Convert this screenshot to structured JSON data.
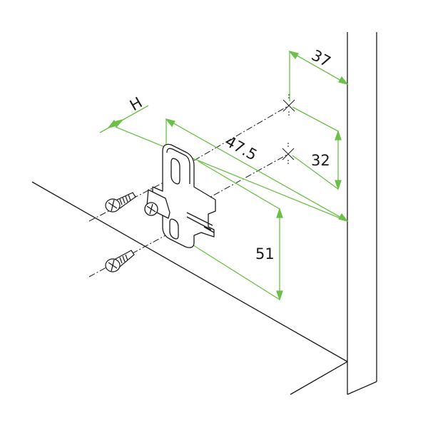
{
  "colors": {
    "line": "#1a1a1a",
    "dimension": "#6cc04a",
    "background": "#ffffff"
  },
  "dimensions": {
    "d37": "37",
    "h": "H",
    "d47_5": "47.5",
    "d32": "32",
    "d51": "51"
  }
}
